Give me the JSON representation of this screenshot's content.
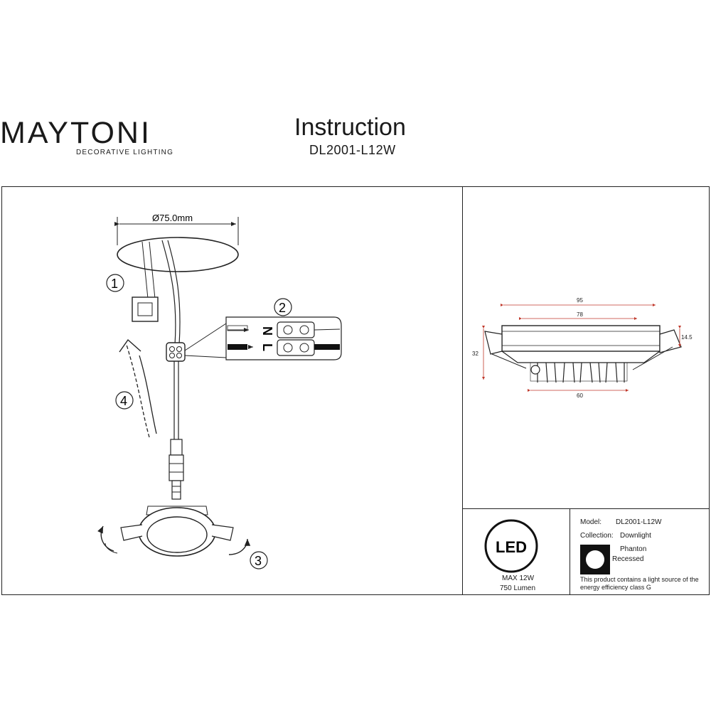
{
  "header": {
    "brand": "MAYTONI",
    "brand_tagline": "DECORATIVE LIGHTING",
    "title": "Instruction",
    "model_code": "DL2001-L12W"
  },
  "installation": {
    "cutout_diameter": "Ø75.0mm",
    "steps": [
      "1",
      "2",
      "3",
      "4"
    ],
    "terminal_labels": {
      "neutral": "N",
      "live": "L"
    }
  },
  "dimensions": {
    "outer_width": "95",
    "face_width": "78",
    "body_width": "60",
    "height": "32",
    "flange_height": "14.5"
  },
  "spec_box": {
    "led_badge": "LED",
    "max_power": "MAX 12W",
    "lumen": "750 Lumen",
    "model_label": "Model:",
    "model_value": "DL2001-L12W",
    "collection_label": "Collection:",
    "collection_value": "Downlight",
    "series": "Phanton",
    "mount_type": "Recessed",
    "energy_note_line1": "This product contains a light source of the",
    "energy_note_line2": "energy efficiency class G"
  },
  "colors": {
    "dimension_red": "#c0392b",
    "line": "#222222"
  }
}
